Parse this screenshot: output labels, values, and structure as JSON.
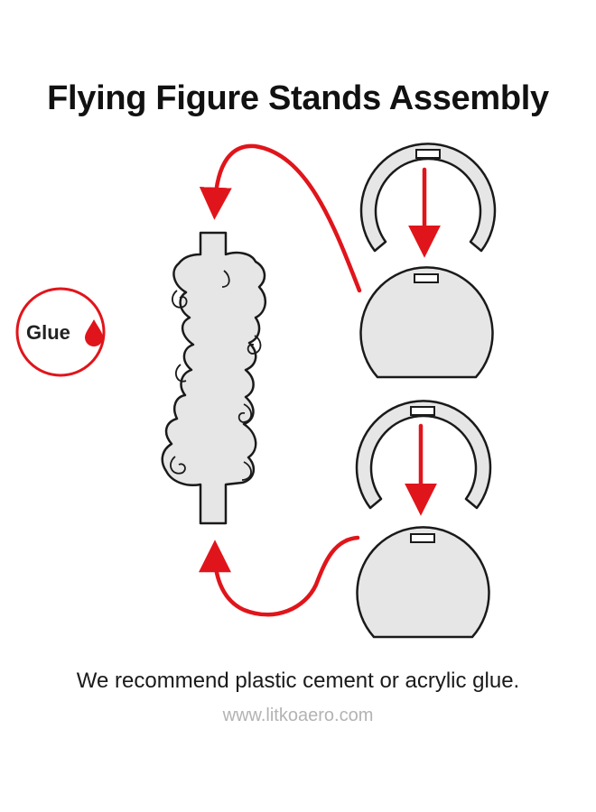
{
  "title": "Flying Figure Stands Assembly",
  "glue_label": "Glue",
  "recommendation": "We recommend plastic cement or acrylic glue.",
  "website": "www.litkoaero.com",
  "icons": {
    "glue_drop": "droplet-icon"
  },
  "colors": {
    "arrow_red": "#e0151b",
    "part_fill": "#e6e6e6",
    "outline": "#1a1a1a"
  }
}
